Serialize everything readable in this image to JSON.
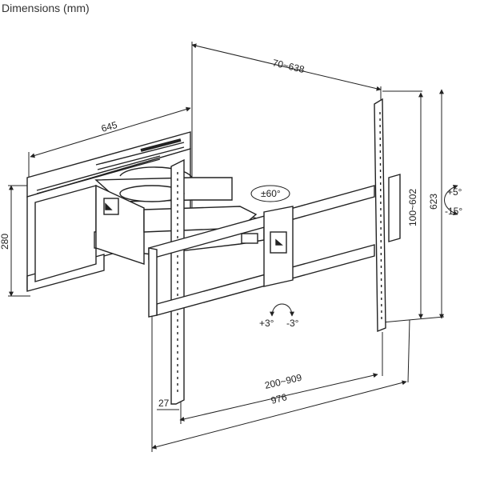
{
  "title": "Dimensions (mm)",
  "dimensions": {
    "wall_plate_width": "645",
    "wall_plate_height": "280",
    "extension": "70~638",
    "vesa_vertical": "100~602",
    "arm_height": "623",
    "vesa_horizontal": "200~909",
    "overall_width": "976",
    "wall_offset": "27"
  },
  "adjustments": {
    "swivel": "±60°",
    "tilt_up": "+5°",
    "tilt_down": "-15°",
    "level_plus": "+3°",
    "level_minus": "-3°"
  },
  "colors": {
    "line": "#222222",
    "background": "#ffffff"
  }
}
